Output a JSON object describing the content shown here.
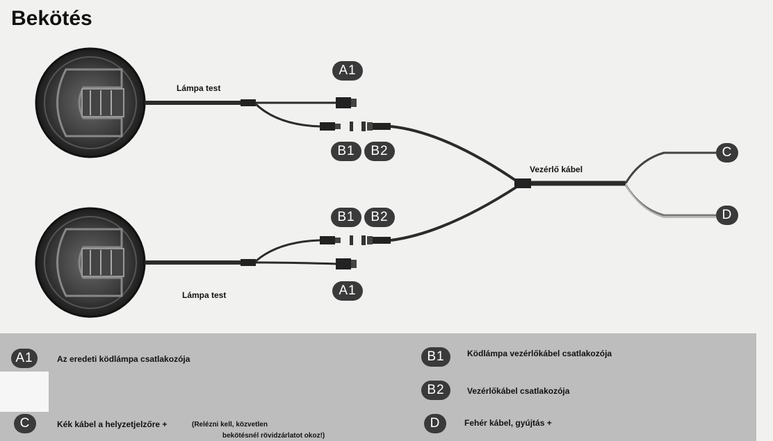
{
  "title": "Bekötés",
  "labels": {
    "lamp_top": "Lámpa test",
    "lamp_bottom": "Lámpa test",
    "control_cable": "Vezérlő kábel"
  },
  "badges": {
    "a1": "A1",
    "b1": "B1",
    "b2": "B2",
    "c": "C",
    "d": "D"
  },
  "legend": {
    "a1_text": "Az eredeti ködlámpa csatlakozója",
    "b1_text": "Ködlámpa vezérlőkábel csatlakozója",
    "b2_text": "Vezérlőkábel csatlakozója",
    "c_text": "Kék kábel a helyzetjelzőre +",
    "c_note_line1": "(Relézni kell, közvetlen",
    "c_note_line2": "bekötésnél rövidzárlatot okoz!)",
    "d_text": "Fehér kábel, gyújtás +"
  },
  "colors": {
    "badge": "#3a3a3a",
    "legend_bg": "#bdbdbd",
    "cable": "#2b2b2b"
  }
}
